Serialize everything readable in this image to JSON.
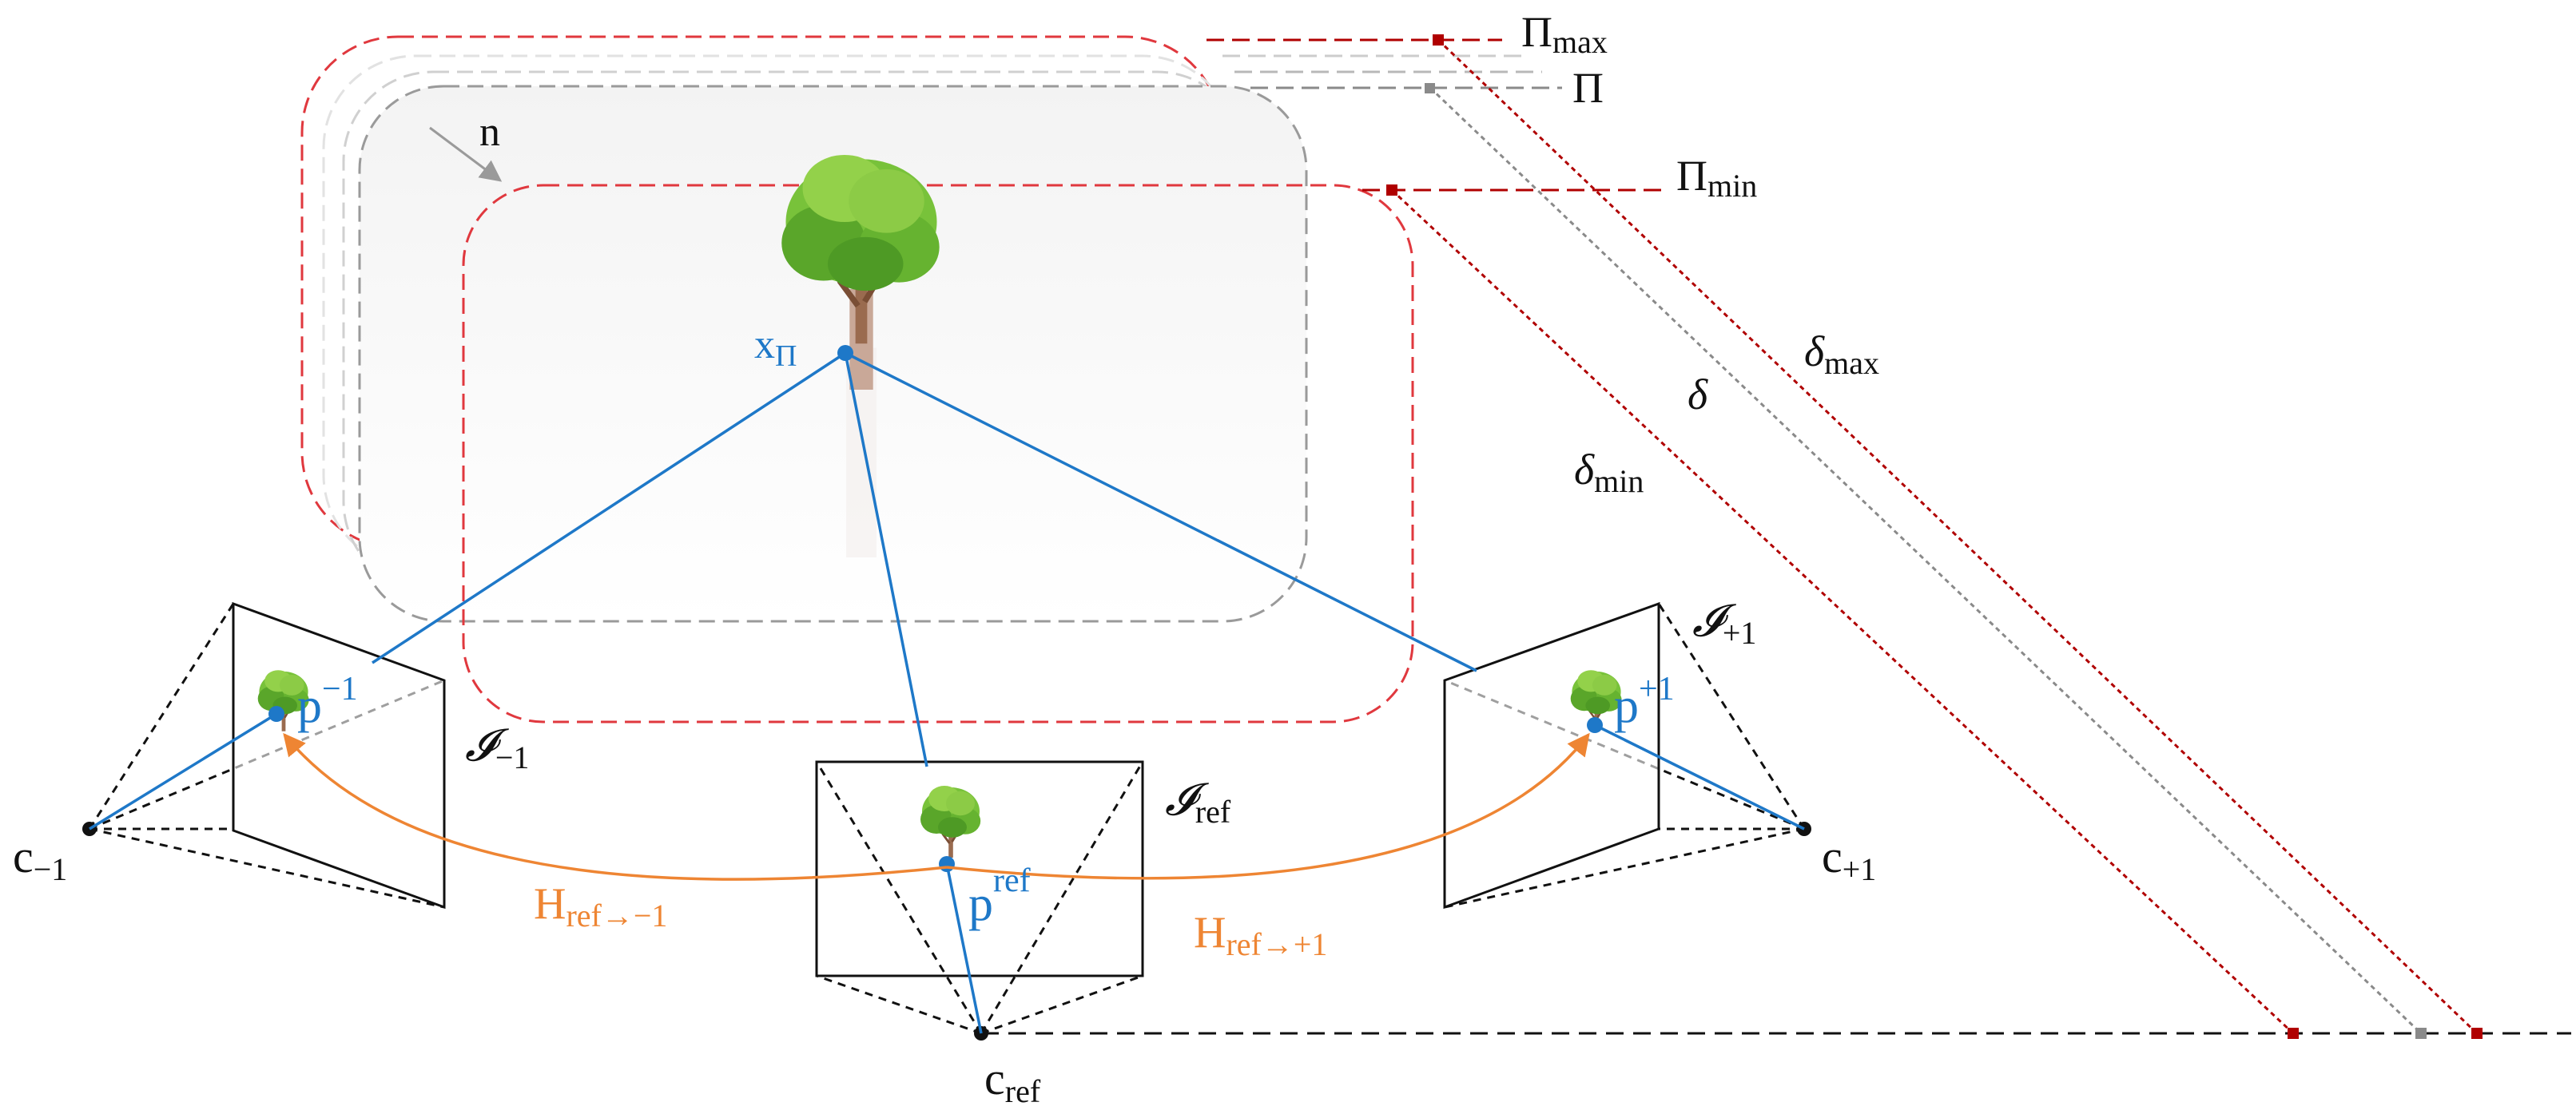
{
  "colors": {
    "red": "#e0383e",
    "dark_red": "#b00000",
    "gray": "#8a8a8a",
    "light_gray": "#c8c8c8",
    "blue": "#1e78c8",
    "orange": "#ee8533",
    "black": "#111111"
  },
  "plane_labels": {
    "max": {
      "base": "Π",
      "sub": "max"
    },
    "mid": {
      "base": "Π",
      "sub": ""
    },
    "min": {
      "base": "Π",
      "sub": "min"
    }
  },
  "normal_label": "n",
  "point_label": {
    "base": "x",
    "sub": "Π"
  },
  "distance_labels": {
    "max": {
      "base": "δ",
      "sub": "max"
    },
    "mid": {
      "base": "δ",
      "sub": ""
    },
    "min": {
      "base": "δ",
      "sub": "min"
    }
  },
  "cameras": {
    "left": {
      "center": {
        "base": "c",
        "sub": "−1"
      },
      "image": {
        "base": "𝓘",
        "sub": "−1"
      },
      "pixel": {
        "base": "p",
        "sup": "−1"
      }
    },
    "ref": {
      "center": {
        "base": "c",
        "sub": "ref"
      },
      "image": {
        "base": "𝓘",
        "sub": "ref"
      },
      "pixel": {
        "base": "p",
        "sup": "ref"
      }
    },
    "right": {
      "center": {
        "base": "c",
        "sub": "+1"
      },
      "image": {
        "base": "𝓘",
        "sub": "+1"
      },
      "pixel": {
        "base": "p",
        "sup": "+1"
      }
    }
  },
  "homographies": {
    "left": {
      "base": "H",
      "sub": "ref→−1"
    },
    "right": {
      "base": "H",
      "sub": "ref→+1"
    }
  },
  "icons": [
    "tree-icon"
  ]
}
